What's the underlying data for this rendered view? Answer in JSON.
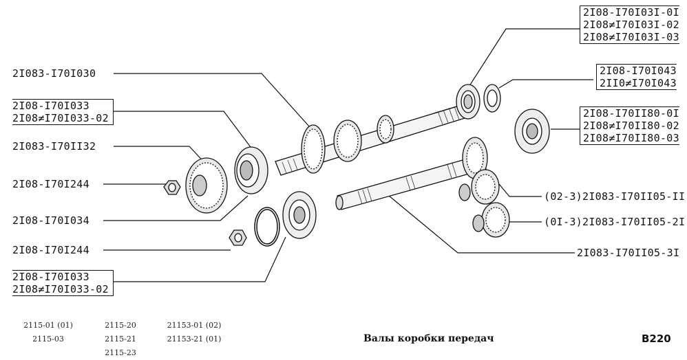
{
  "labels_left": [
    {
      "id": "L1",
      "lines": [
        "2I083-I70I030"
      ]
    },
    {
      "id": "L2",
      "lines": [
        "2I08-I70I033",
        "2I08≠I70I033-02"
      ]
    },
    {
      "id": "L3",
      "lines": [
        "2I083-I70II32"
      ]
    },
    {
      "id": "L4",
      "lines": [
        "2I08-I70I244"
      ]
    },
    {
      "id": "L5",
      "lines": [
        "2I08-I70I034"
      ]
    },
    {
      "id": "L6",
      "lines": [
        "2I08-I70I244"
      ]
    },
    {
      "id": "L7",
      "lines": [
        "2I08-I70I033",
        "2I08≠I70I033-02"
      ]
    }
  ],
  "labels_right": [
    {
      "id": "R1",
      "lines": [
        "2I08-I70I03I-0I",
        "2I08≠I70I03I-02",
        "2I08≠I70I03I-03"
      ]
    },
    {
      "id": "R2",
      "lines": [
        "2I08-I70I043",
        "2II0≠I70I043"
      ]
    },
    {
      "id": "R3",
      "lines": [
        "2I08-I70II80-0I",
        "2I08≠I70II80-02",
        "2I08≠I70II80-03"
      ]
    },
    {
      "id": "R4",
      "lines": [
        "(02-3)2I083-I70II05-II"
      ]
    },
    {
      "id": "R5",
      "lines": [
        "(0I-3)2I083-I70II05-2I"
      ]
    },
    {
      "id": "R6",
      "lines": [
        "2I083-I70II05-3I"
      ]
    }
  ],
  "footer": {
    "col1": [
      "2115-01 (01)",
      "2115-03"
    ],
    "col2": [
      "2115-20",
      "2115-21",
      "2115-23"
    ],
    "col3": [
      "21153-01 (02)",
      "21153-21 (01)"
    ],
    "caption": "Валы коробки передач",
    "code": "B220"
  }
}
